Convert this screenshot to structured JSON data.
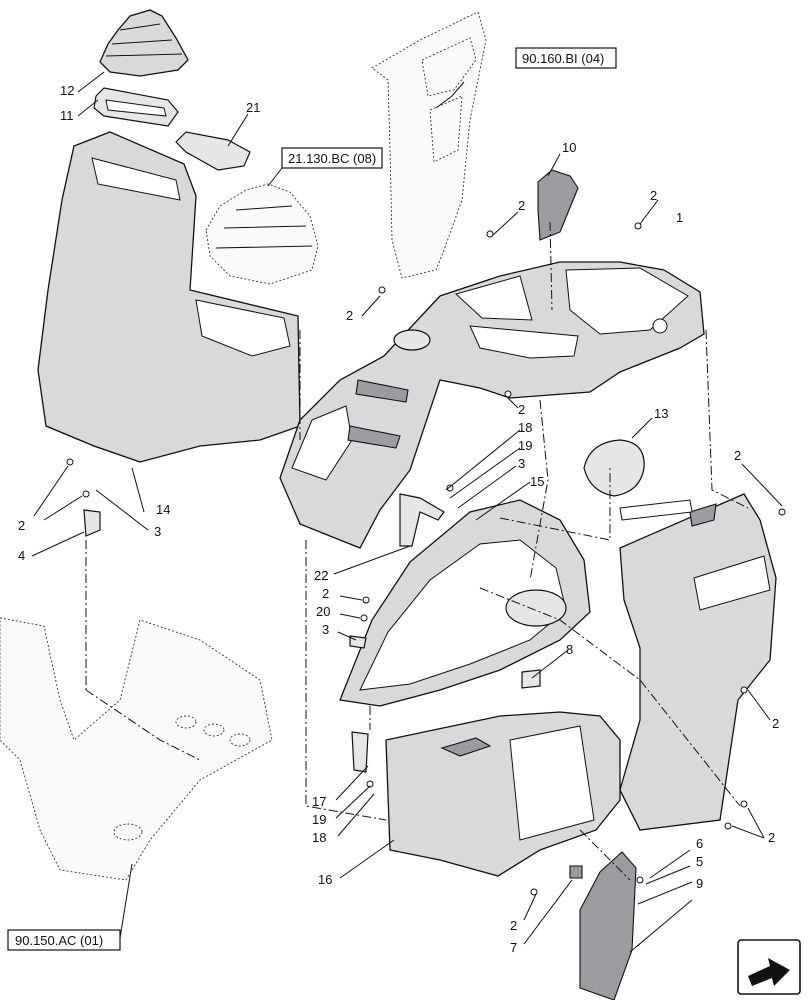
{
  "references": [
    {
      "id": "ref-90-160-bi-04",
      "text": "90.160.BI (04)"
    },
    {
      "id": "ref-21-130-bc-08",
      "text": "21.130.BC (08)"
    },
    {
      "id": "ref-90-150-ac-01",
      "text": "90.150.AC (01)"
    }
  ],
  "callouts": {
    "c1": "1",
    "c2a": "2",
    "c2b": "2",
    "c2c": "2",
    "c2d": "2",
    "c2e": "2",
    "c2f": "2",
    "c2g": "2",
    "c2h": "2",
    "c2i": "2",
    "c3a": "3",
    "c3b": "3",
    "c3c": "3",
    "c4": "4",
    "c5": "5",
    "c6": "6",
    "c7": "7",
    "c8": "8",
    "c9": "9",
    "c10": "10",
    "c11": "11",
    "c12": "12",
    "c13": "13",
    "c14": "14",
    "c15": "15",
    "c16": "16",
    "c17": "17",
    "c18a": "18",
    "c18b": "18",
    "c19a": "19",
    "c19b": "19",
    "c20": "20",
    "c21": "21",
    "c22": "22"
  },
  "nav_icon": "next-page-arrow-icon"
}
